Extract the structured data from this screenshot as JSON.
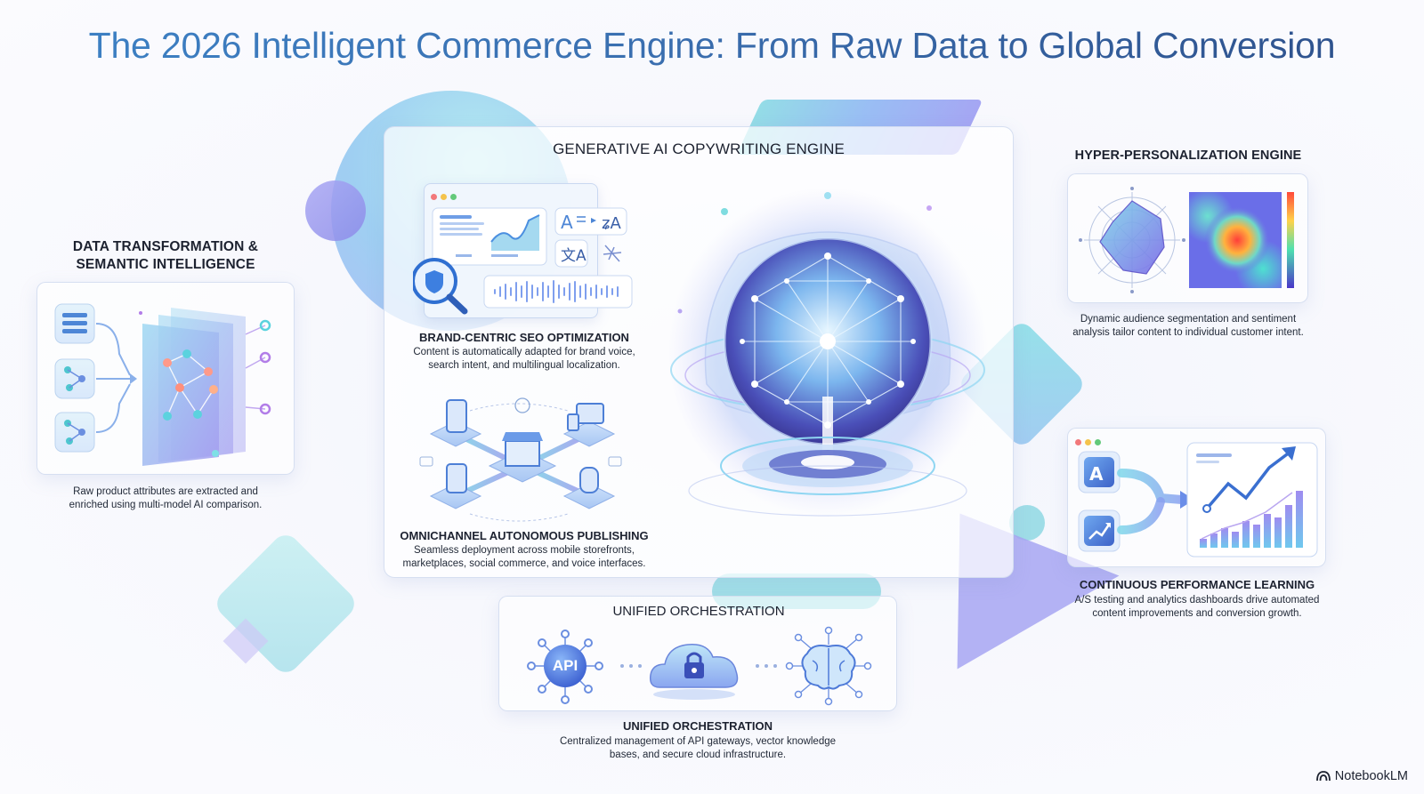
{
  "title": "The 2026 Intelligent Commerce Engine: From Raw Data to Global Conversion",
  "data_transformation": {
    "title_line1": "DATA TRANSFORMATION &",
    "title_line2": "SEMANTIC INTELLIGENCE",
    "desc_line1": "Raw product attributes are extracted and",
    "desc_line2": "enriched using multi-model AI comparison."
  },
  "genai_engine": {
    "title": "GENERATIVE AI COPYWRITING ENGINE",
    "seo": {
      "title": "BRAND-CENTRIC SEO OPTIMIZATION",
      "desc_line1": "Content is automatically adapted for brand voice,",
      "desc_line2": "search intent, and multilingual localization."
    },
    "omnichannel": {
      "title": "OMNICHANNEL AUTONOMOUS PUBLISHING",
      "desc_line1": "Seamless deployment across mobile storefronts,",
      "desc_line2": "marketplaces, social commerce, and voice interfaces."
    }
  },
  "hyper_personalization": {
    "title": "HYPER-PERSONALIZATION ENGINE",
    "desc_line1": "Dynamic audience segmentation and sentiment",
    "desc_line2": "analysis tailor content to individual customer intent."
  },
  "continuous_learning": {
    "title": "CONTINUOUS PERFORMANCE LEARNING",
    "desc_line1": "A/S testing and analytics dashboards drive automated",
    "desc_line2": "content improvements and conversion growth."
  },
  "orchestration": {
    "card_title": "UNIFIED ORCHESTRATION",
    "api_label": "API",
    "title": "UNIFIED ORCHESTRATION",
    "desc_line1": "Centralized management of API gateways, vector knowledge",
    "desc_line2": "bases, and secure cloud infrastructure."
  },
  "branding": {
    "logo_text": "NotebookLM"
  },
  "colors": {
    "accent_blue": "#3a6fb0",
    "teal": "#7fd6de",
    "purple": "#8a7ef0",
    "card_border": "#d2dcf0"
  }
}
